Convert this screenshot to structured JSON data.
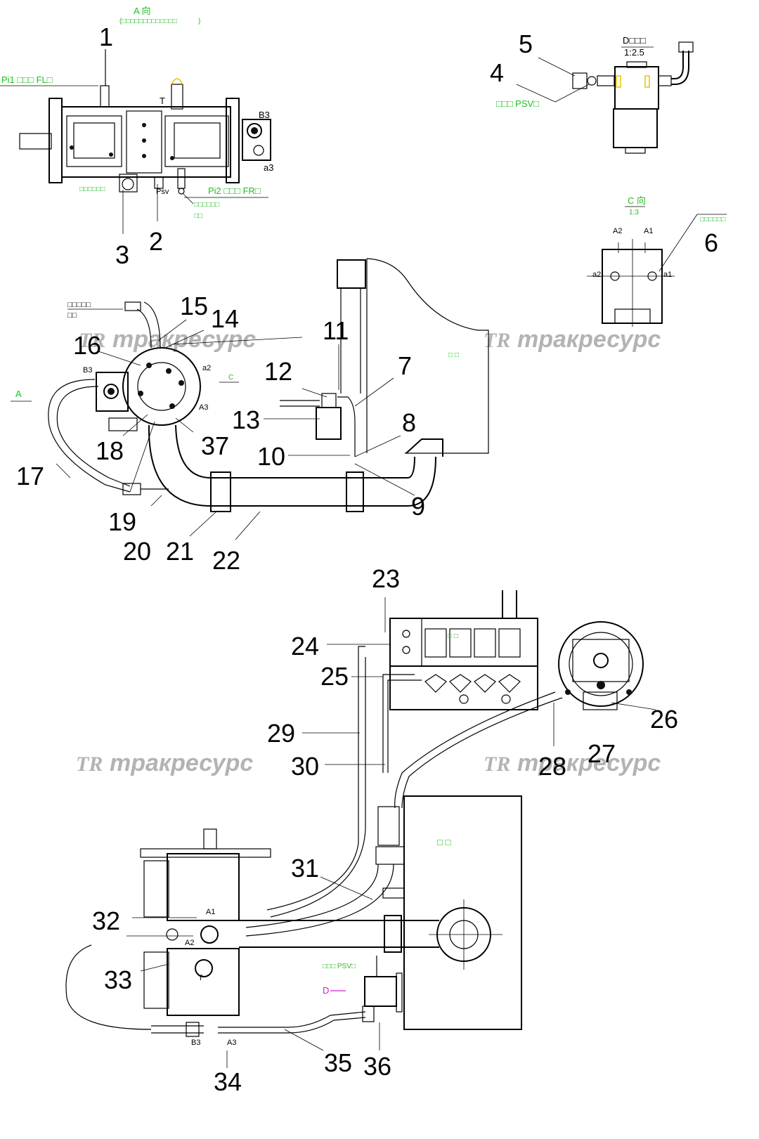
{
  "callouts": [
    "1",
    "2",
    "3",
    "4",
    "5",
    "6",
    "7",
    "8",
    "9",
    "10",
    "11",
    "12",
    "13",
    "14",
    "15",
    "16",
    "17",
    "18",
    "19",
    "20",
    "21",
    "22",
    "23",
    "24",
    "25",
    "26",
    "27",
    "28",
    "29",
    "30",
    "31",
    "32",
    "33",
    "34",
    "35",
    "36",
    "37"
  ],
  "view_labels": {
    "view_a_title": "A 向",
    "view_a_sub": "(□□□□□□□□□□□□□",
    "view_a_sub_end": ")",
    "view_d_title": "D□□□",
    "view_d_scale": "1:2.5",
    "view_c_title": "C 向",
    "view_c_scale": "1:3",
    "view_c_note": "□□□□□□"
  },
  "port_labels": {
    "b3": "B3",
    "a3": "a3",
    "t": "T",
    "psv": "Psv",
    "a1": "A1",
    "a2": "A2",
    "a1_small": "a1",
    "a2_small": "a2",
    "a3_cap": "A3",
    "c_arrow": "C",
    "a_arrow": "A",
    "d_arrow": "D"
  },
  "green_notes": {
    "pi1": "Pi1  □□□  FL□",
    "pi2": "Pi2  □□□  FR□",
    "psv_top": "□□□  PSV□",
    "psv_bottom": "□□□  PSV□",
    "note_left": "□□□□□□",
    "note_psv_1": "□□□□□□",
    "note_psv_2": "□□",
    "tank_top": "□ □",
    "tank_bottom": "□ □",
    "valve": "□ □"
  },
  "black_notes": {
    "top_left_1": "□□□□□",
    "top_left_2": "□□"
  },
  "watermark": {
    "logo": "TR",
    "text": "тракресурс"
  }
}
